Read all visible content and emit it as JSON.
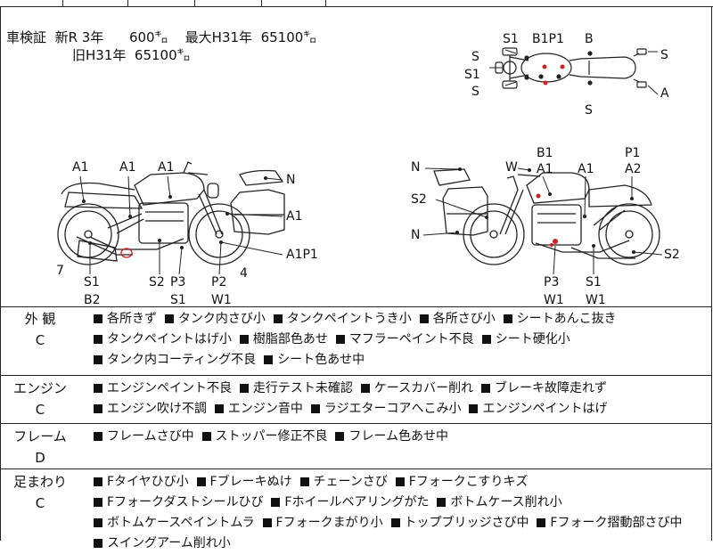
{
  "inspection": {
    "label": "車検証",
    "new_r_label": "新R",
    "new_r_years": "3年",
    "new_r_km": "600㌔",
    "max_label": "最大",
    "max_date": "H31年",
    "max_km": "65100㌔",
    "old_label": "旧H31年",
    "old_km": "65100㌔"
  },
  "markers": {
    "top_view": [
      "S1",
      "B1P1",
      "B",
      "S",
      "S",
      "S1",
      "S",
      "S",
      "A",
      "S"
    ],
    "left_view": [
      "A1",
      "A1",
      "A1",
      "N",
      "A1",
      "A1P1",
      "7",
      "S1",
      "B2",
      "S2",
      "P3",
      "S1",
      "P2",
      "W1",
      "4"
    ],
    "right_view": [
      "B1",
      "P1",
      "N",
      "W",
      "A1",
      "A1",
      "A2",
      "S2",
      "N",
      "S2",
      "P3",
      "W1",
      "S1",
      "W1"
    ]
  },
  "sections": [
    {
      "name": "外 観",
      "grade": "C",
      "items": [
        "各所きず",
        "タンク内さび小",
        "タンクペイントうき小",
        "各所さび小",
        "シートあんこ抜き",
        "タンクペイントはげ小",
        "樹脂部色あせ",
        "マフラーペイント不良",
        "シート硬化小",
        "タンク内コーティング不良",
        "シート色あせ中"
      ]
    },
    {
      "name": "エンジン",
      "grade": "C",
      "items": [
        "エンジンペイント不良",
        "走行テスト未確認",
        "ケースカバー削れ",
        "ブレーキ故障走れず",
        "エンジン吹け不調",
        "エンジン音中",
        "ラジエターコアへこみ小",
        "エンジンペイントはげ"
      ]
    },
    {
      "name": "フレーム",
      "grade": "D",
      "items": [
        "フレームさび中",
        "ストッパー修正不良",
        "フレーム色あせ中"
      ]
    },
    {
      "name": "足まわり",
      "grade": "C",
      "items": [
        "Fタイヤひび小",
        "Fブレーキぬけ",
        "チェーンさび",
        "Fフォークこすりキズ",
        "Fフォークダストシールひび",
        "Fホイールベアリングがた",
        "ボトムケース削れ小",
        "ボトムケースペイントムラ",
        "Fフォークまがり小",
        "トップブリッジさび中",
        "Fフォーク摺動部さび中",
        "スイングアーム削れ小"
      ]
    }
  ],
  "colors": {
    "line": "#222222",
    "mark": "#cc2222"
  }
}
